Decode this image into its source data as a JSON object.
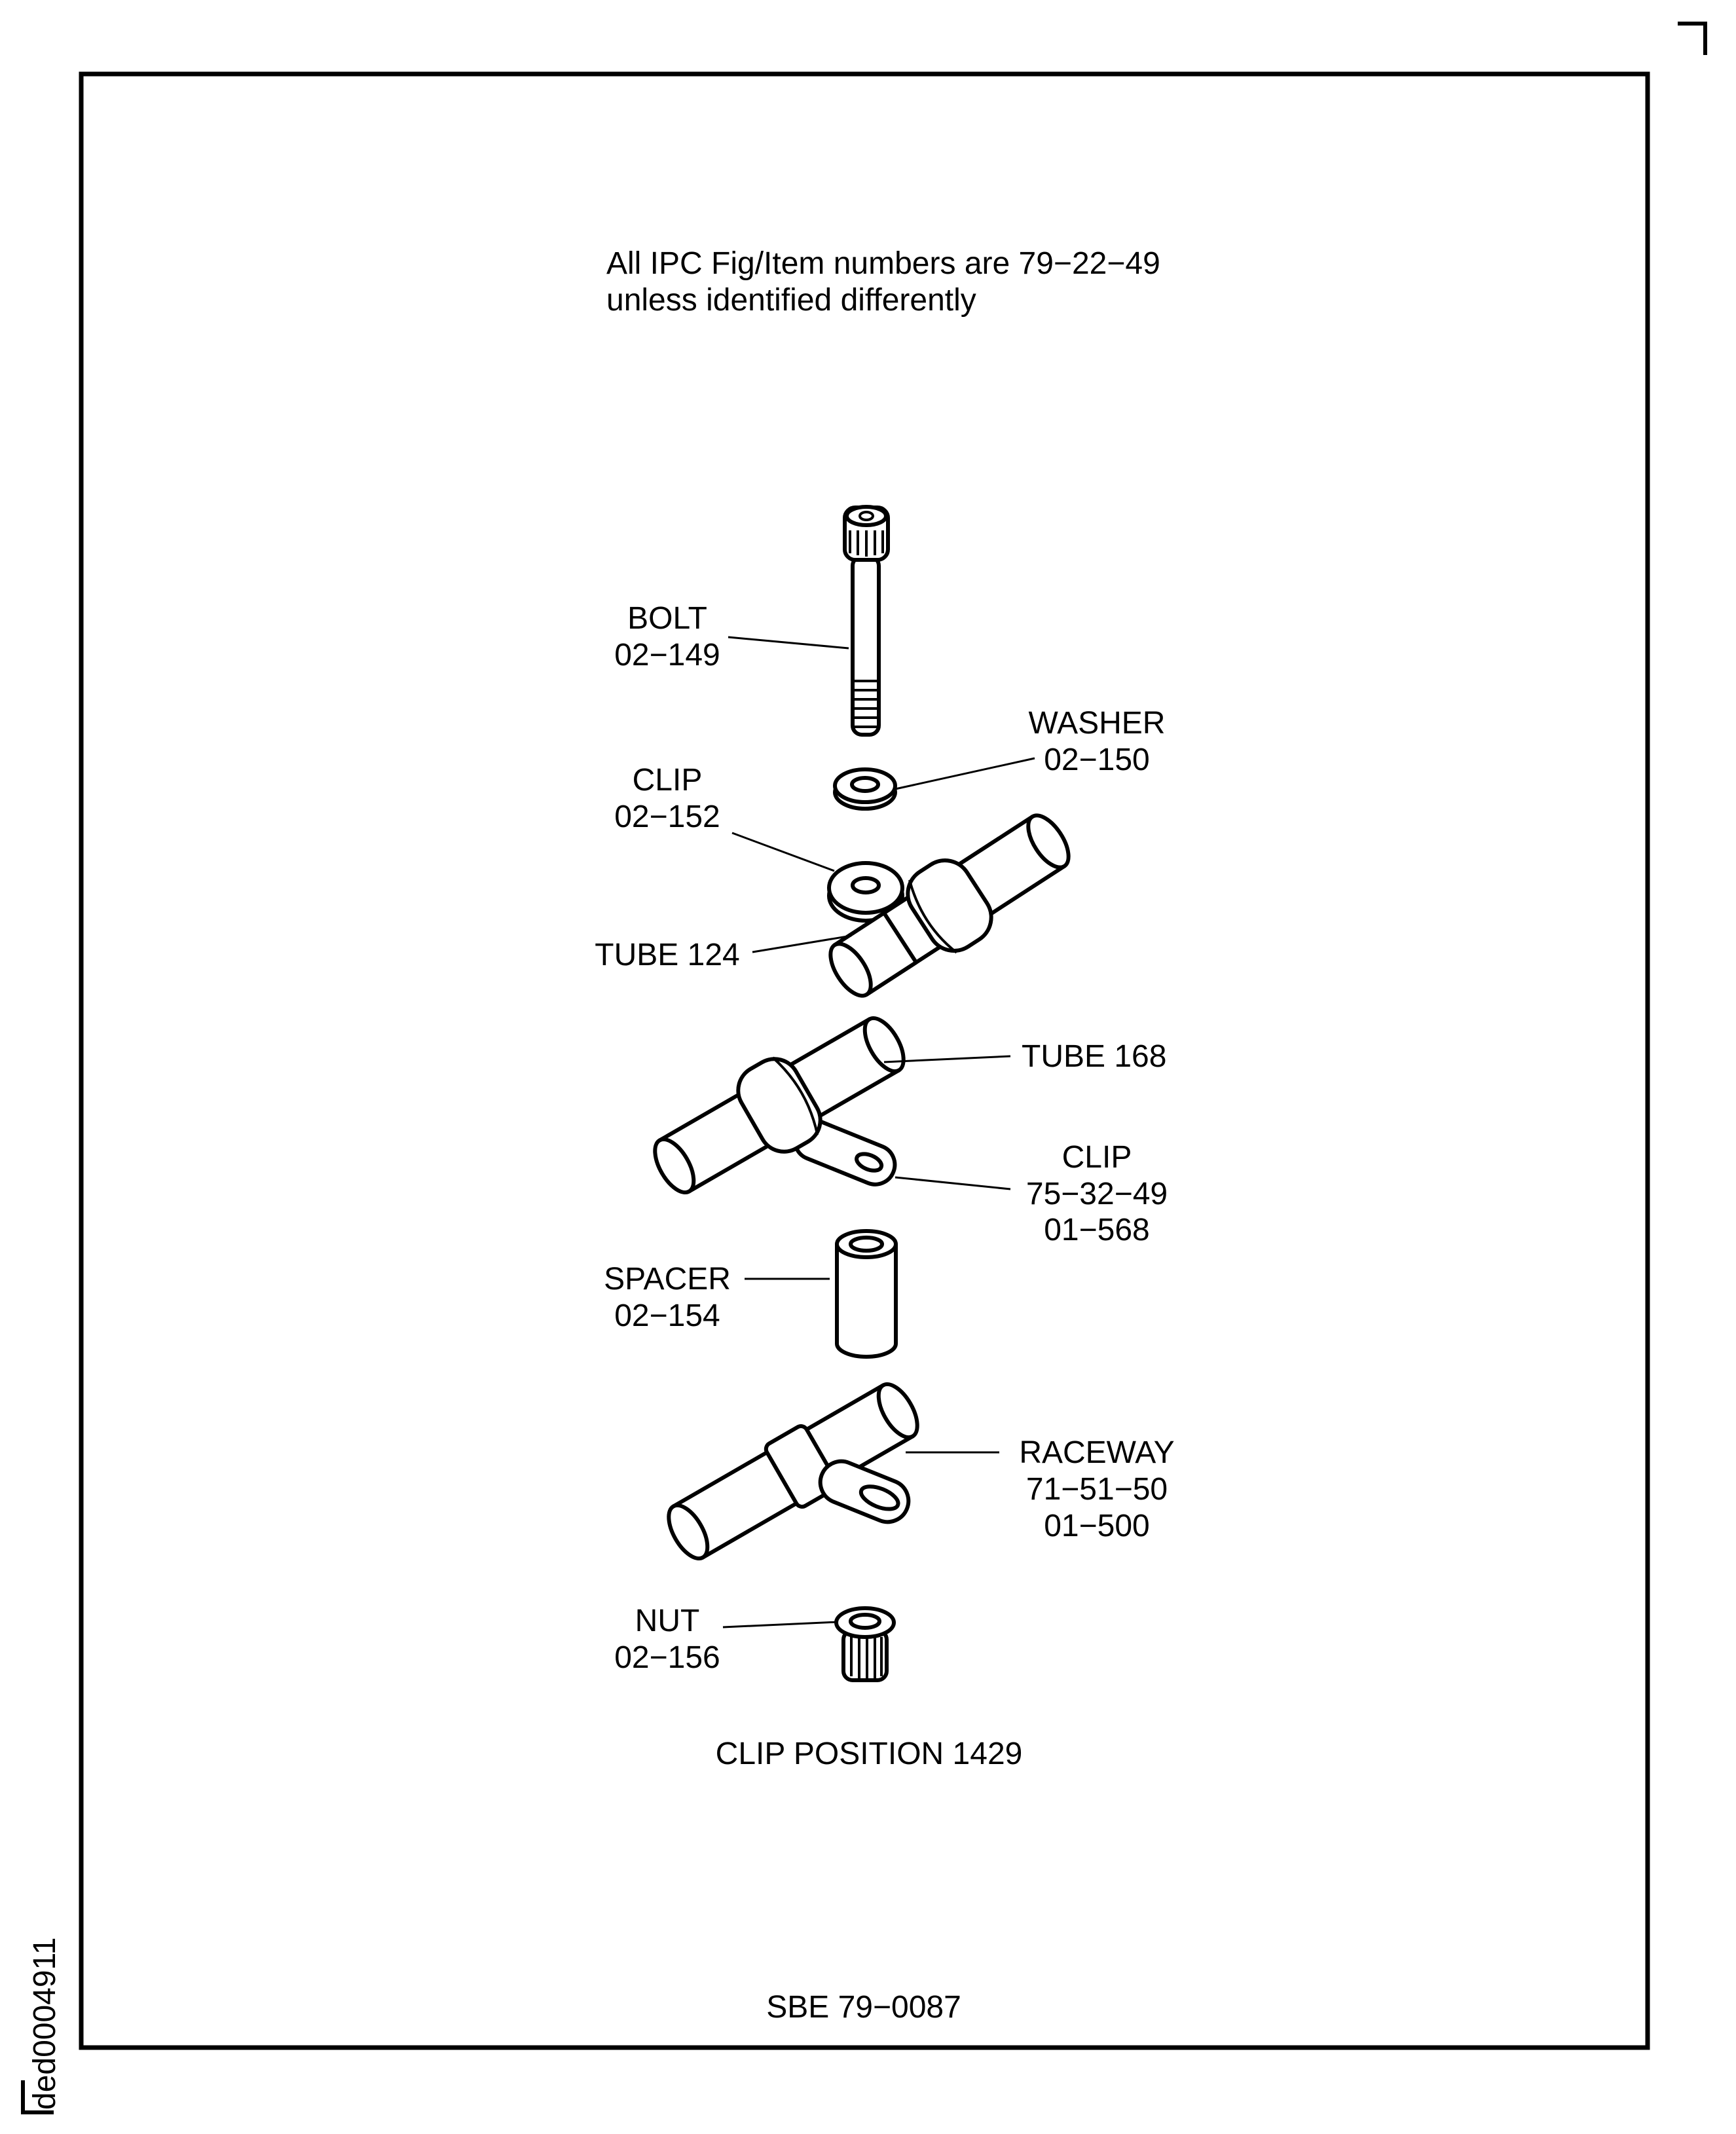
{
  "note": {
    "line1": "All IPC Fig/Item numbers are 79−22−49",
    "line2": "unless identified differently"
  },
  "parts": {
    "bolt": {
      "name": "BOLT",
      "number": "02−149"
    },
    "washer": {
      "name": "WASHER",
      "number": "02−150"
    },
    "clip_upper": {
      "name": "CLIP",
      "number": "02−152"
    },
    "tube_124": {
      "name": "TUBE 124"
    },
    "tube_168": {
      "name": "TUBE 168"
    },
    "clip_lower": {
      "name": "CLIP",
      "ref": "75−32−49",
      "number": "01−568"
    },
    "spacer": {
      "name": "SPACER",
      "number": "02−154"
    },
    "raceway": {
      "name": "RACEWAY",
      "ref": "71−51−50",
      "number": "01−500"
    },
    "nut": {
      "name": "NUT",
      "number": "02−156"
    }
  },
  "caption": "CLIP POSITION 1429",
  "document_ref": "SBE 79−0087",
  "figure_id": "ded0004911"
}
